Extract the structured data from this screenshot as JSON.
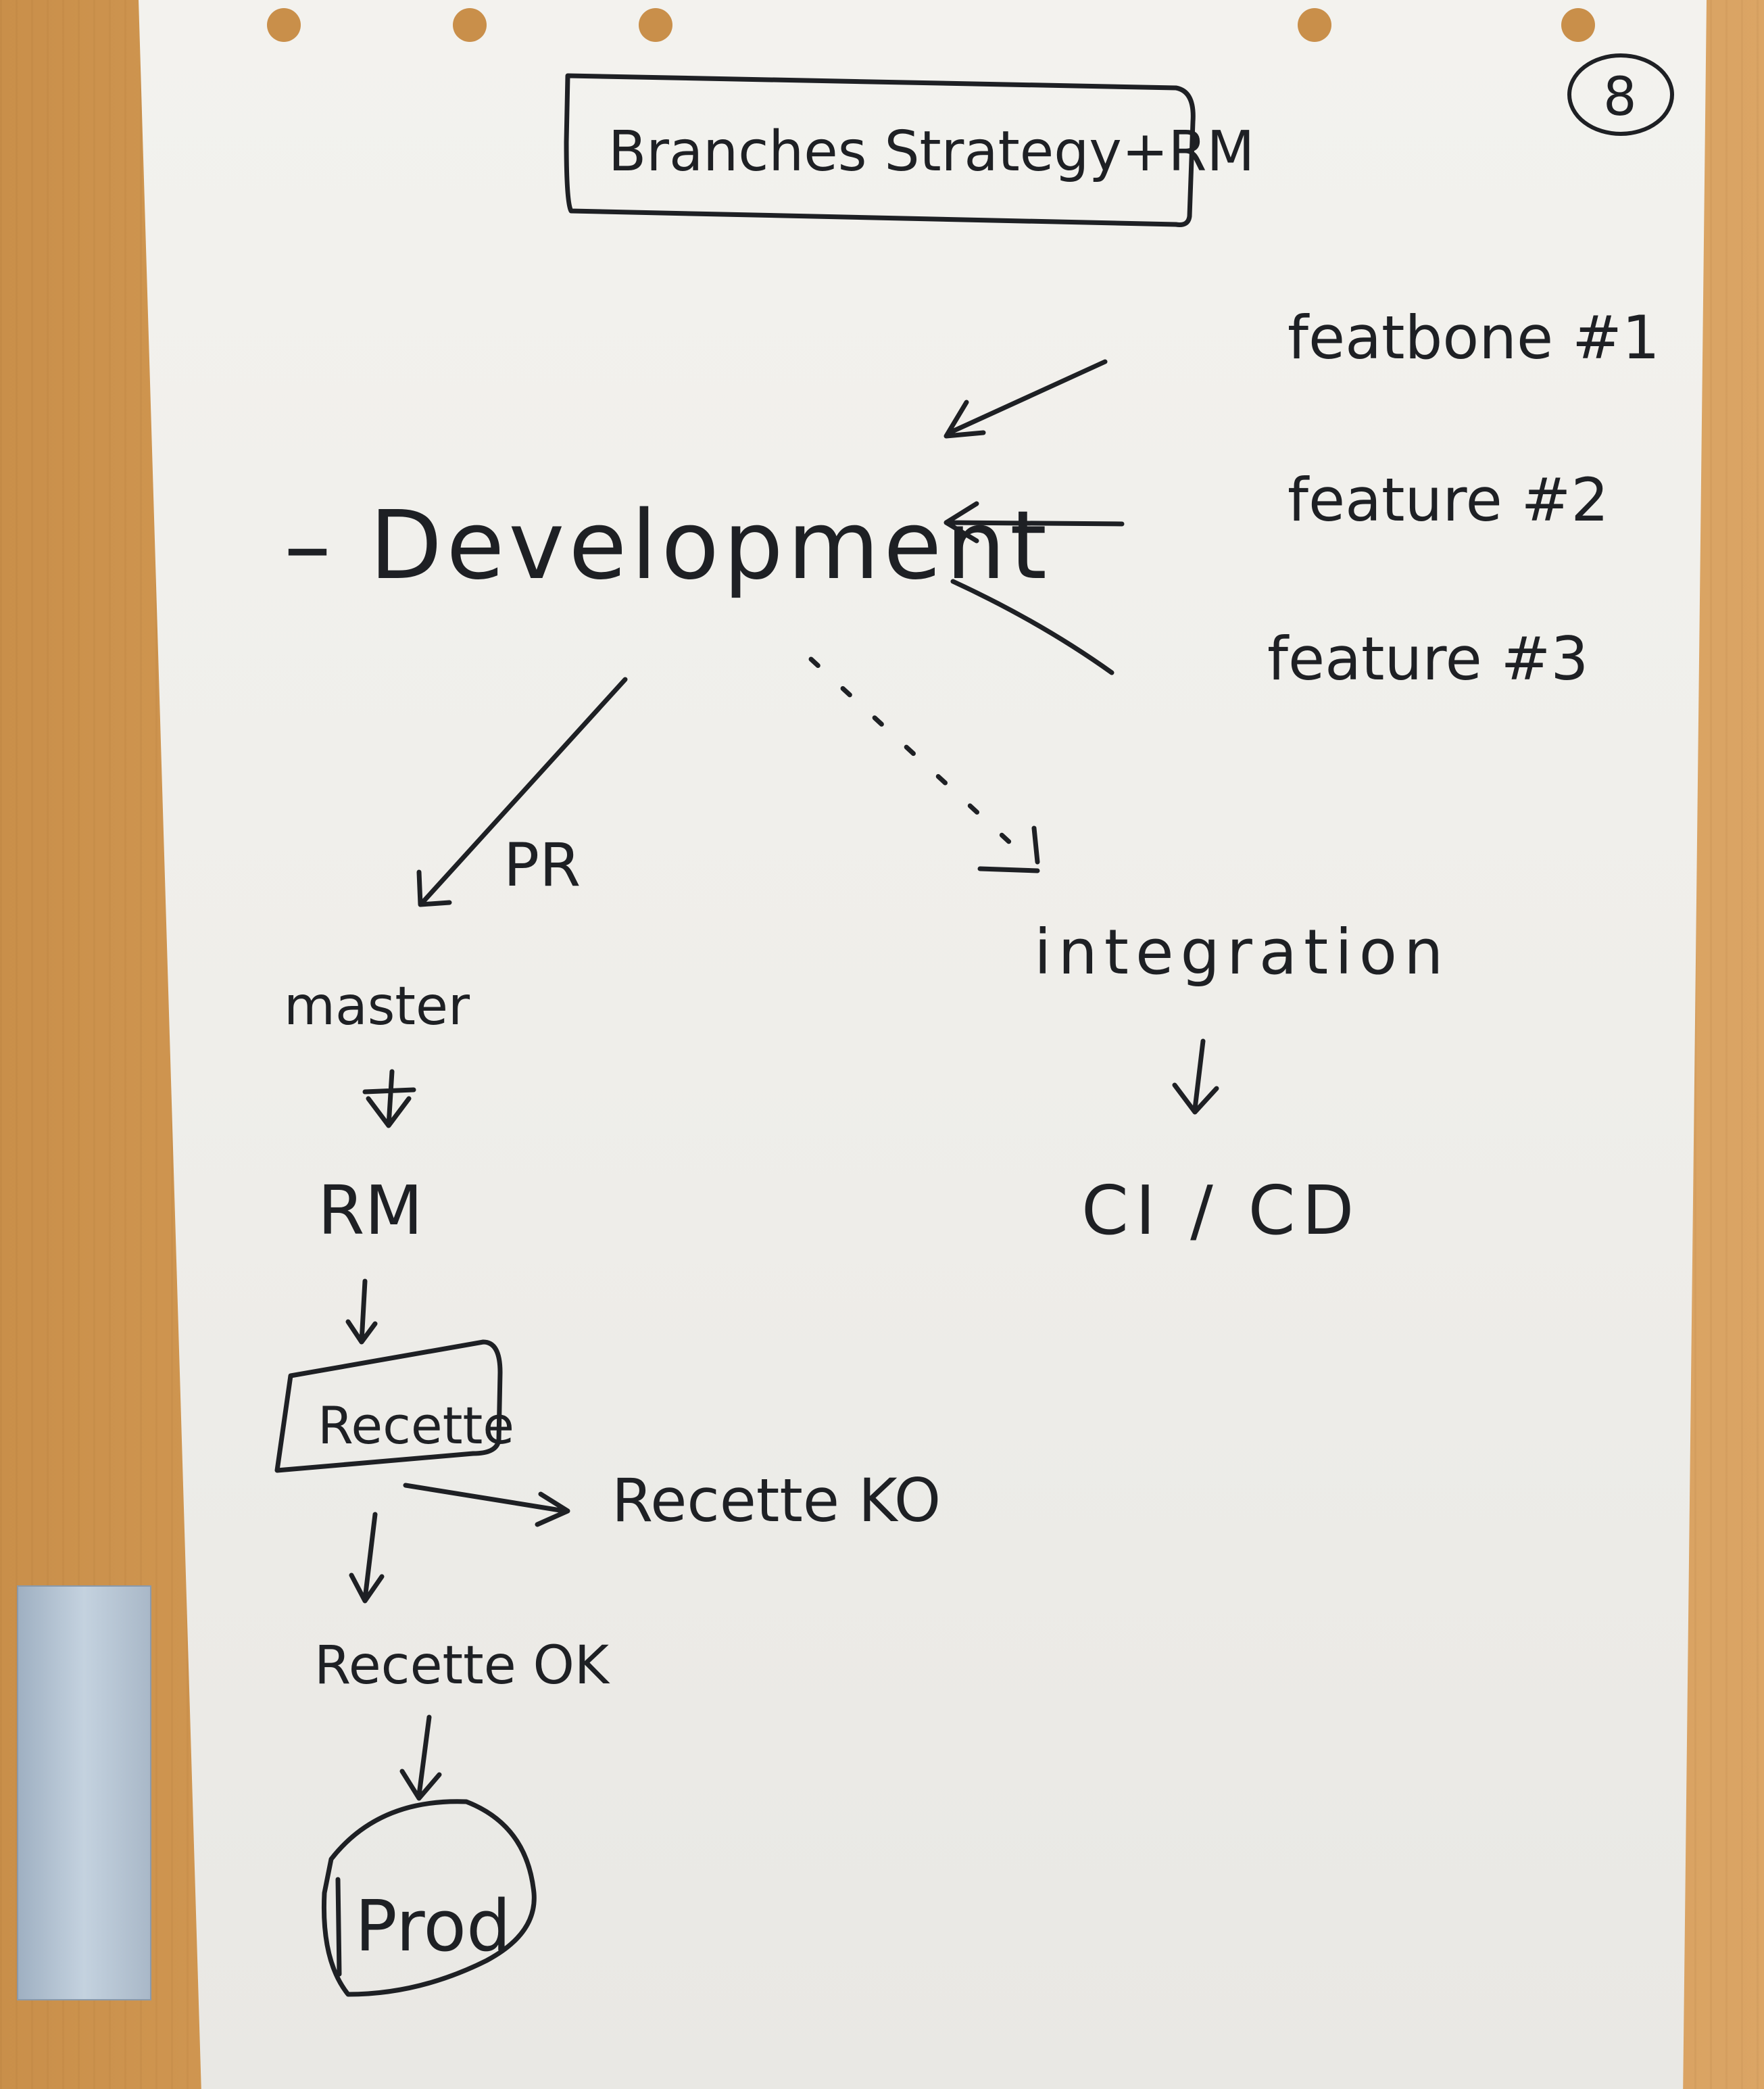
{
  "title": "Branches Strategy+RM",
  "page_number": "8",
  "nodes": {
    "feature1": "featbone #1",
    "feature2": "feature #2",
    "feature3": "feature #3",
    "development": "– Development",
    "pr_label": "PR",
    "integration": "integration",
    "cicd": "CI / CD",
    "master": "master",
    "rm": "RM",
    "recette": "Recette",
    "recette_ko": "Recette KO",
    "recette_ok": "Recette OK",
    "prod": "Prod"
  },
  "colors": {
    "ink": "#1e2024",
    "paper": "#f0efeb",
    "wood": "#d19a55"
  }
}
